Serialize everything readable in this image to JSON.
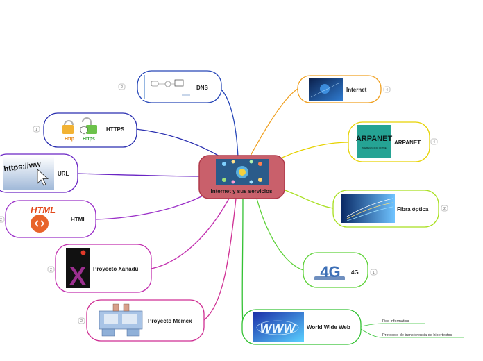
{
  "center": {
    "label": "Internet y sus servicios",
    "color": "#c9606b"
  },
  "left_nodes": [
    {
      "id": "dns",
      "label": "DNS",
      "badge": "2",
      "color": "#2747b8"
    },
    {
      "id": "https",
      "label": "HTTPS",
      "badge": "1",
      "color": "#2a2fb0",
      "img_text_http": "Http",
      "img_text_https": "Https"
    },
    {
      "id": "url",
      "label": "URL",
      "color": "#6a25c4",
      "img_text": "https://ww"
    },
    {
      "id": "html",
      "label": "HTML",
      "badge": "2",
      "color": "#9b30c8",
      "img_text": "HTML"
    },
    {
      "id": "xanadu",
      "label": "Proyecto Xanadú",
      "badge": "2",
      "color": "#c22fae",
      "img_text": "X"
    },
    {
      "id": "memex",
      "label": "Proyecto Memex",
      "badge": "2",
      "color": "#cf2f93"
    }
  ],
  "right_nodes": [
    {
      "id": "internet",
      "label": "Internet",
      "badge": "4",
      "color": "#f0a020"
    },
    {
      "id": "arpanet",
      "label": "ARPANET",
      "badge": "4",
      "color": "#e6d200",
      "img_text": "ARPANET",
      "img_sub": "THE BEGINNING OF THE"
    },
    {
      "id": "fibra",
      "label": "Fibra óptica",
      "badge": "2",
      "color": "#a8df1e"
    },
    {
      "id": "4g",
      "label": "4G",
      "badge": "1",
      "color": "#5fd23a",
      "img_text": "4G"
    },
    {
      "id": "www",
      "label": "World Wide Web",
      "color": "#34c234",
      "img_text": "WWW",
      "children": [
        {
          "label": "Red informática"
        },
        {
          "label": "Protocolo de transferencia de hipertextos"
        }
      ]
    }
  ]
}
